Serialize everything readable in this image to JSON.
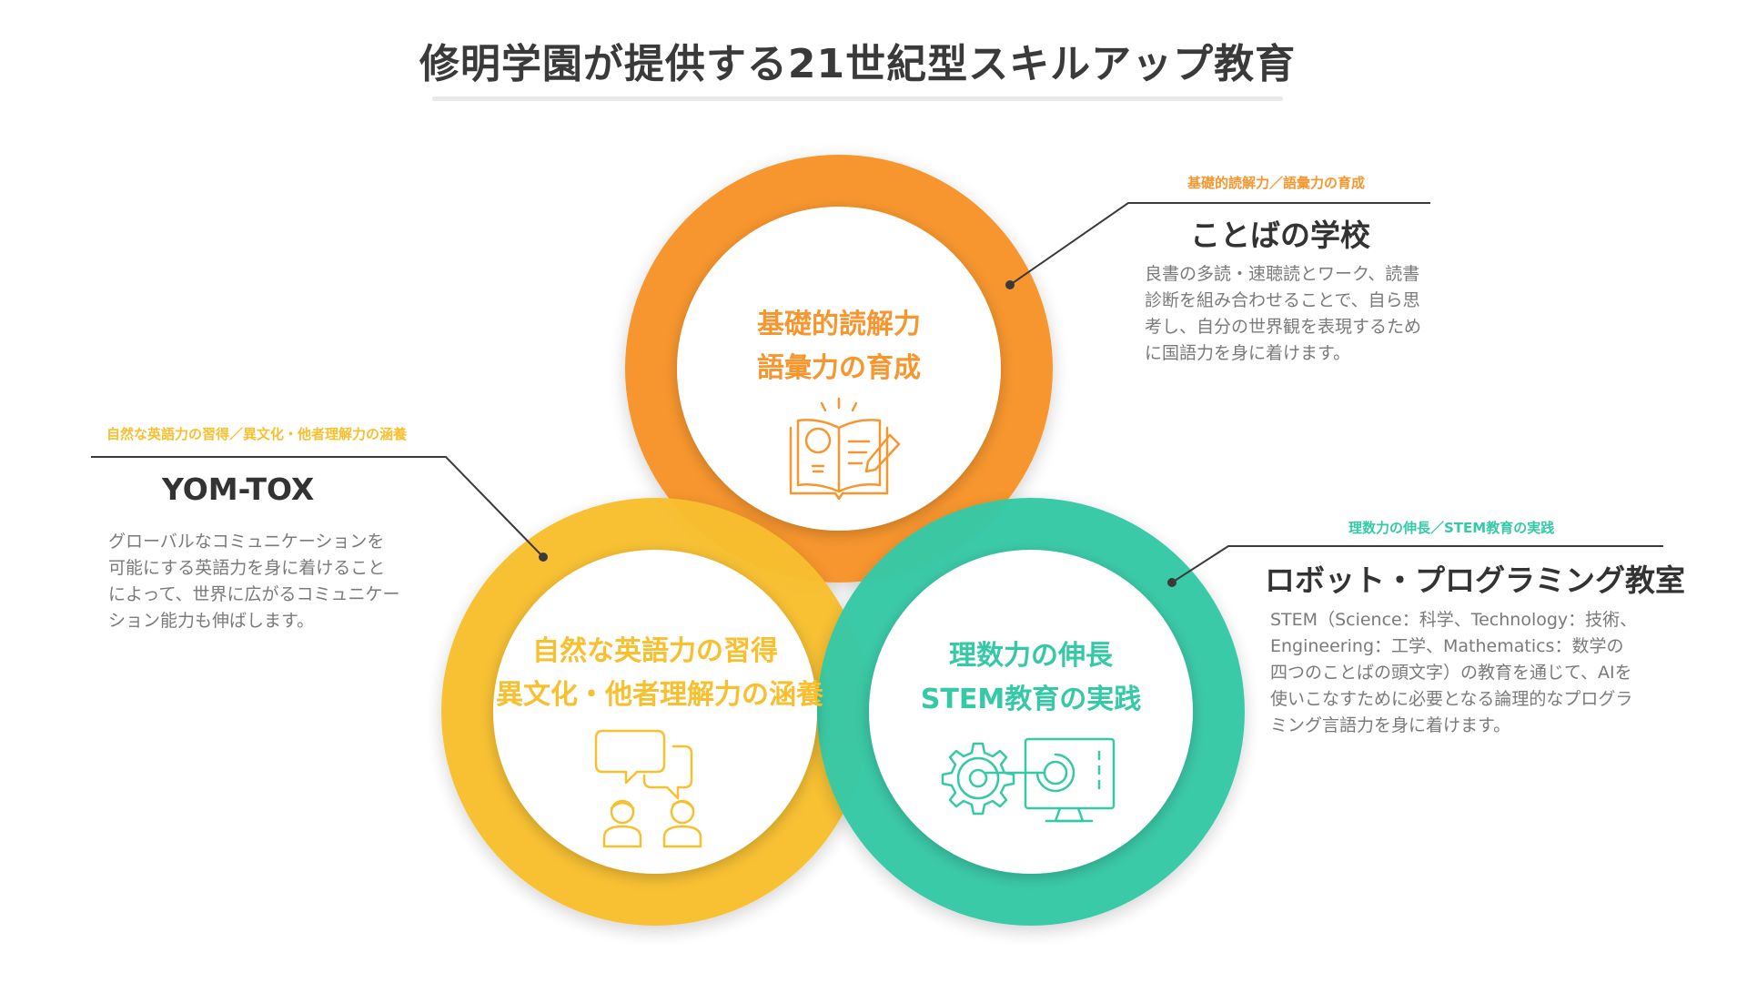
{
  "page": {
    "title": "修明学園が提供する21世紀型スキルアップ教育"
  },
  "colors": {
    "orange": "#F7962F",
    "yellow": "#F8BF2E",
    "teal": "#36C9A6",
    "connector": "#3a3a3a",
    "body_text": "#7a7a7a"
  },
  "circles": {
    "top": {
      "line1": "基礎的読解力",
      "line2": "語彙力の育成",
      "icon": "open-book-lightbulb-pencil-icon",
      "color": "#F7962F"
    },
    "left": {
      "line1": "自然な英語力の習得",
      "line2": "異文化・他者理解力の涵養",
      "icon": "conversation-people-icon",
      "color": "#F8BF2E"
    },
    "right": {
      "line1": "理数力の伸長",
      "line2": "STEM教育の実践",
      "icon": "gear-monitor-icon",
      "color": "#36C9A6"
    }
  },
  "descriptions": {
    "kotoba": {
      "sub": "基礎的読解力／語彙力の育成",
      "heading": "ことばの学校",
      "body": [
        "良書の多読・速聴読とワーク、読書",
        "診断を組み合わせることで、自ら思",
        "考し、自分の世界観を表現するため",
        "に国語力を身に着けます。"
      ]
    },
    "yomtox": {
      "sub": "自然な英語力の習得／異文化・他者理解力の涵養",
      "heading": "YOM-TOX",
      "body": [
        "グローバルなコミュニケーションを",
        "可能にする英語力を身に着けること",
        "によって、世界に広がるコミュニケー",
        "ション能力も伸ばします。"
      ]
    },
    "robot": {
      "sub": "理数力の伸長／STEM教育の実践",
      "heading": "ロボット・プログラミング教室",
      "body": [
        "STEM（Science：科学、Technology：技術、",
        "Engineering：工学、Mathematics：数学の",
        "四つのことばの頭文字）の教育を通じて、AIを",
        "使いこなすために必要となる論理的なプログラ",
        "ミング言語力を身に着けます。"
      ]
    }
  }
}
